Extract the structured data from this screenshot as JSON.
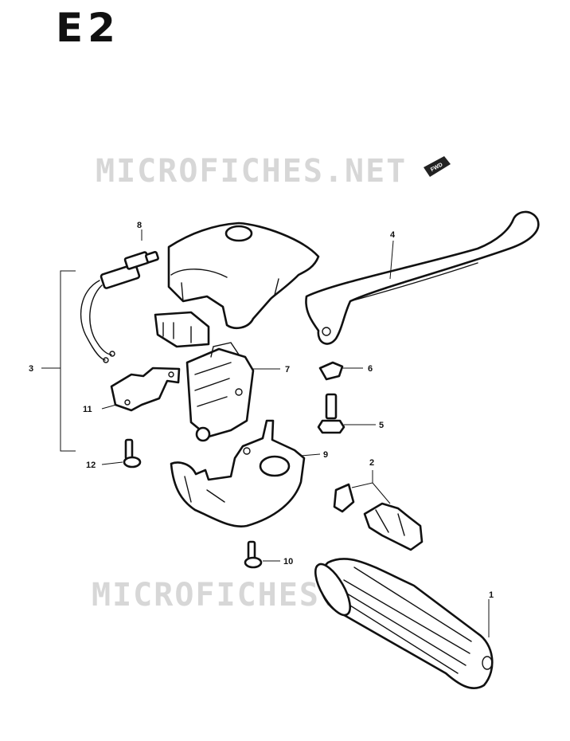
{
  "diagram": {
    "section_code": "E2",
    "watermark": "MICROFICHES.NET",
    "fwd_label": "FWD",
    "callouts": [
      "1",
      "2",
      "3",
      "4",
      "5",
      "6",
      "7",
      "8",
      "9",
      "10",
      "11",
      "12"
    ]
  }
}
